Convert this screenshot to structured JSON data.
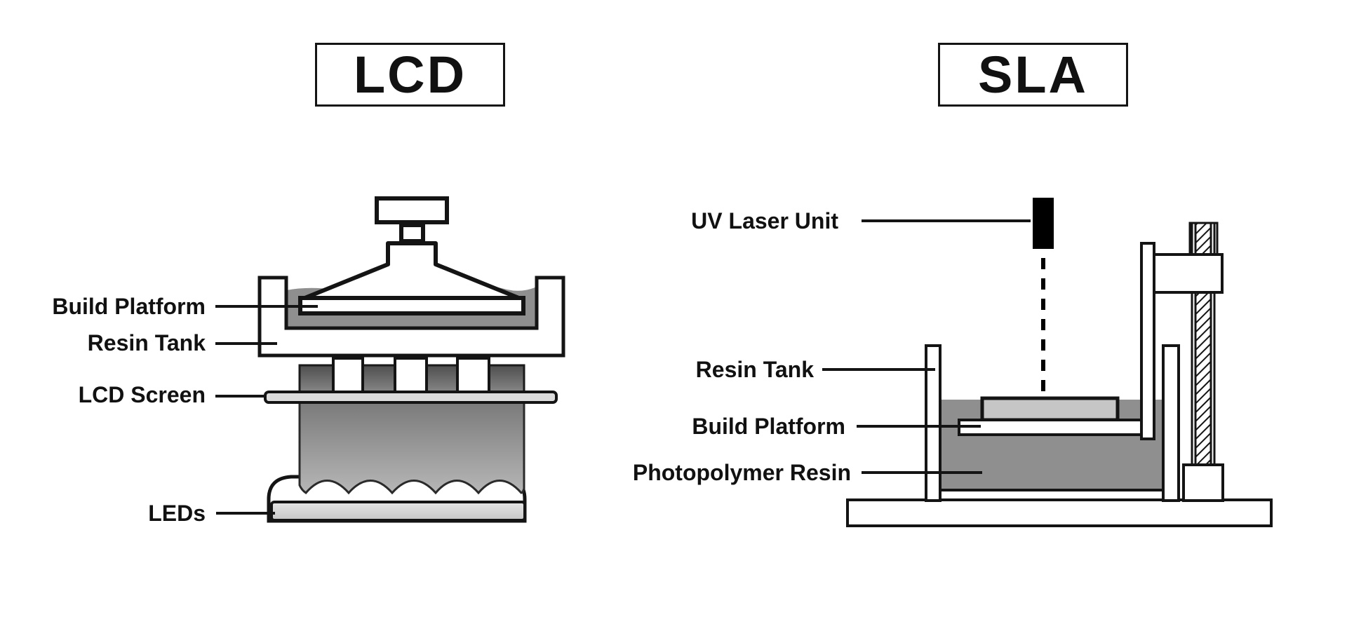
{
  "lcd": {
    "title": "LCD",
    "labels": {
      "build_platform": "Build Platform",
      "resin_tank": "Resin Tank",
      "lcd_screen": "LCD Screen",
      "leds": "LEDs"
    }
  },
  "sla": {
    "title": "SLA",
    "labels": {
      "uv_laser_unit": "UV Laser Unit",
      "resin_tank": "Resin Tank",
      "build_platform": "Build Platform",
      "photopolymer_resin": "Photopolymer Resin"
    }
  },
  "colors": {
    "resin": "#8f8f8f",
    "printed_part": "#c6c6c6",
    "lcd_screen_bar": "#dcdcdc",
    "led_bar": "#d2d2d2",
    "outline": "#141414",
    "label_text": "#111111"
  }
}
